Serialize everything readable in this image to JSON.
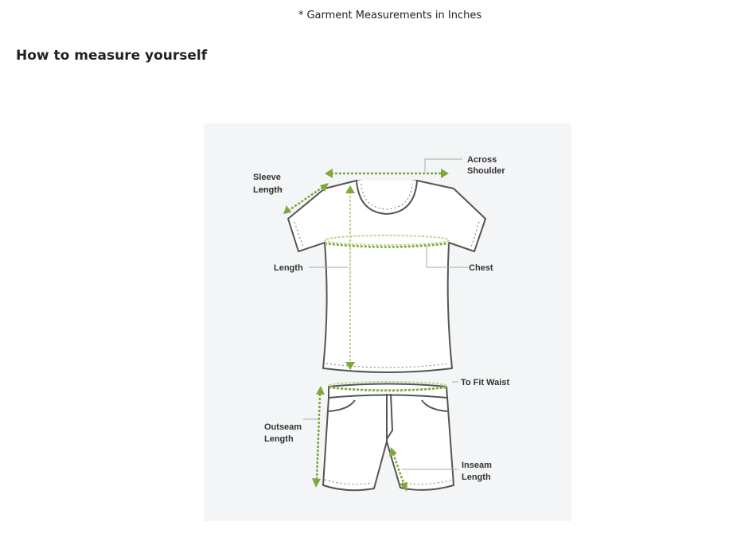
{
  "note": "* Garment Measurements in Inches",
  "heading": "How to measure yourself",
  "figure": {
    "labels": {
      "sleeve": [
        "Sleeve",
        "Length"
      ],
      "shoulder": [
        "Across",
        "Shoulder"
      ],
      "length": "Length",
      "chest": "Chest",
      "waist": "To Fit Waist",
      "outseam": [
        "Outseam",
        "Length"
      ],
      "inseam": [
        "Inseam",
        "Length"
      ]
    },
    "accent": "#7ea83a"
  }
}
